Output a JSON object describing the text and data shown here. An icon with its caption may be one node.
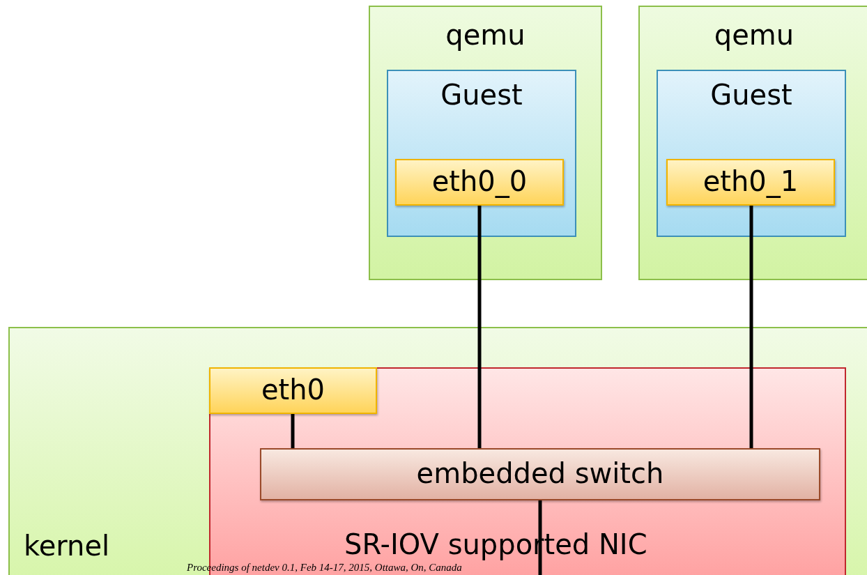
{
  "diagram": {
    "nodes": [
      {
        "text": [
          "qemu"
        ]
      },
      {
        "text": [
          "Guest"
        ],
        "in": 0
      },
      {
        "text": [
          "eth0_0"
        ],
        "in": 1
      },
      {
        "text": [
          "qemu"
        ]
      },
      {
        "text": [
          "Guest"
        ],
        "in": 3
      },
      {
        "text": [
          "eth0_1"
        ],
        "in": 4
      },
      {
        "text": [
          "kernel"
        ]
      },
      {
        "text": [
          "SR-IOV supported NIC"
        ],
        "in": 6
      },
      {
        "text": [
          "eth0"
        ],
        "in": 7
      },
      {
        "text": [
          "embedded switch"
        ],
        "in": 7
      }
    ],
    "edges": [
      {
        "from": 2,
        "to": 9,
        "arrow": "none"
      },
      {
        "from": 5,
        "to": 9,
        "arrow": "none"
      },
      {
        "from": 8,
        "to": 9,
        "arrow": "none"
      },
      {
        "from": 9,
        "to": null,
        "arrow": "none"
      }
    ],
    "labels": [
      "Proceedings of netdev 0.1, Feb 14-17, 2015, Ottawa, On, Canada"
    ]
  }
}
